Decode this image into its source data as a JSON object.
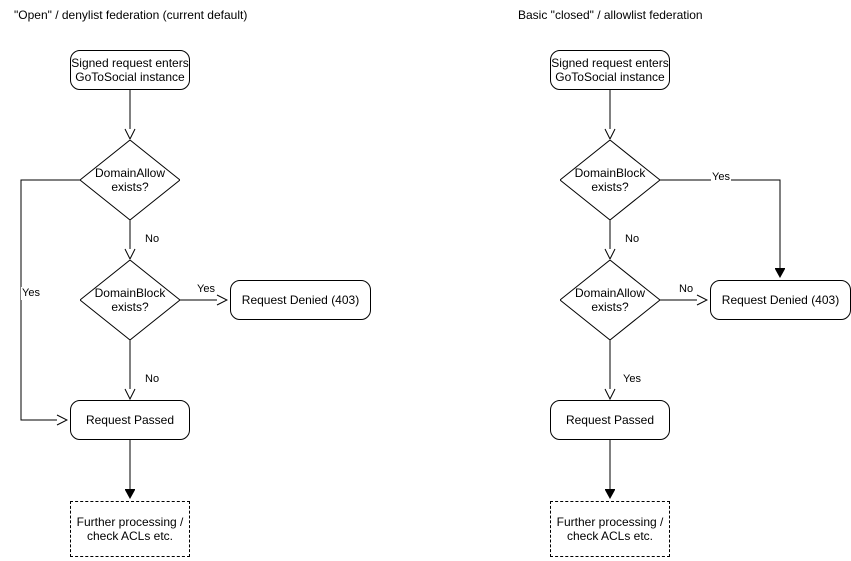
{
  "diagram": {
    "background": "#ffffff",
    "stroke_color": "#000000",
    "text_color": "#000000"
  },
  "columns": [
    {
      "id": "open-denylist",
      "title": "\"Open\" / denylist federation (current default)",
      "nodes": {
        "start": "Signed request enters\nGoToSocial instance",
        "start_line1": "Signed request enters",
        "start_line2": "GoToSocial instance",
        "decision1_line1": "DomainAllow",
        "decision1_line2": "exists?",
        "decision2_line1": "DomainBlock",
        "decision2_line2": "exists?",
        "denied": "Request Denied (403)",
        "passed": "Request Passed",
        "further_line1": "Further processing /",
        "further_line2": "check ACLs etc."
      },
      "edge_labels": {
        "allow_yes": "Yes",
        "allow_no": "No",
        "block_yes": "Yes",
        "block_no": "No"
      }
    },
    {
      "id": "closed-allowlist",
      "title": "Basic \"closed\" / allowlist federation",
      "nodes": {
        "start_line1": "Signed request enters",
        "start_line2": "GoToSocial instance",
        "decision1_line1": "DomainBlock",
        "decision1_line2": "exists?",
        "decision2_line1": "DomainAllow",
        "decision2_line2": "exists?",
        "denied": "Request Denied (403)",
        "passed": "Request Passed",
        "further_line1": "Further processing /",
        "further_line2": "check ACLs etc."
      },
      "edge_labels": {
        "block_yes": "Yes",
        "block_no": "No",
        "allow_no": "No",
        "allow_yes": "Yes"
      }
    }
  ]
}
